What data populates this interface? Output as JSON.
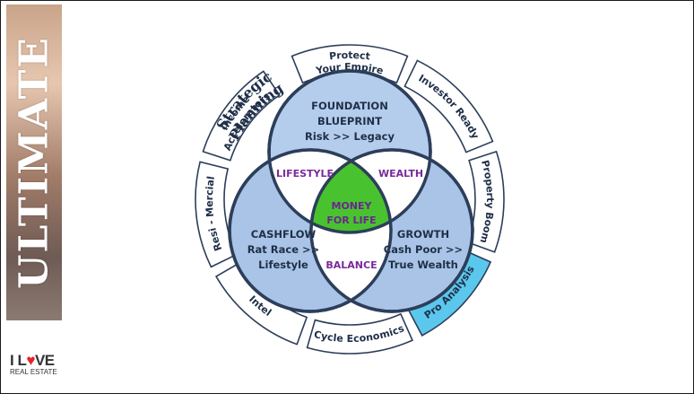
{
  "banner": {
    "word": "ULTIMATE"
  },
  "logo": {
    "line1_a": "I L",
    "heart": "♥",
    "line1_b": "VE",
    "line2": "REAL ESTATE"
  },
  "strategic_label": {
    "line1": "Strategic",
    "line2": "Planning"
  },
  "outer_segments": [
    {
      "id": "protect",
      "lines": [
        "Protect",
        "Your Empire"
      ],
      "highlight": false
    },
    {
      "id": "investor",
      "lines": [
        "Investor Ready"
      ],
      "highlight": false
    },
    {
      "id": "property",
      "lines": [
        "Property Boom"
      ],
      "highlight": false
    },
    {
      "id": "pro",
      "lines": [
        "Pro Analysis"
      ],
      "highlight": true
    },
    {
      "id": "cycle",
      "lines": [
        "Cycle Economics"
      ],
      "highlight": false
    },
    {
      "id": "intel",
      "lines": [
        "Intel"
      ],
      "highlight": false
    },
    {
      "id": "resi",
      "lines": [
        "Resi - Mercial"
      ],
      "highlight": false
    },
    {
      "id": "income",
      "lines": [
        "Income",
        "Accelerators"
      ],
      "highlight": false
    }
  ],
  "circles": {
    "top": {
      "lines": [
        "FOUNDATION",
        "BLUEPRINT",
        "Risk >> Legacy"
      ]
    },
    "left": {
      "lines": [
        "CASHFLOW",
        "Rat Race >>",
        "Lifestyle"
      ]
    },
    "right": {
      "lines": [
        "GROWTH",
        "Cash Poor >>",
        "True Wealth"
      ]
    }
  },
  "intersections": {
    "lifestyle": "LIFESTYLE",
    "wealth": "WEALTH",
    "balance": "BALANCE",
    "center": [
      "MONEY",
      "FOR LIFE"
    ]
  },
  "colors": {
    "circle_fill": "#a9c4e6",
    "outline": "#2c3e5a",
    "center_fill": "#49c22f",
    "highlight_segment": "#5cc7ec",
    "intersection_text": "#7a2a9a"
  }
}
